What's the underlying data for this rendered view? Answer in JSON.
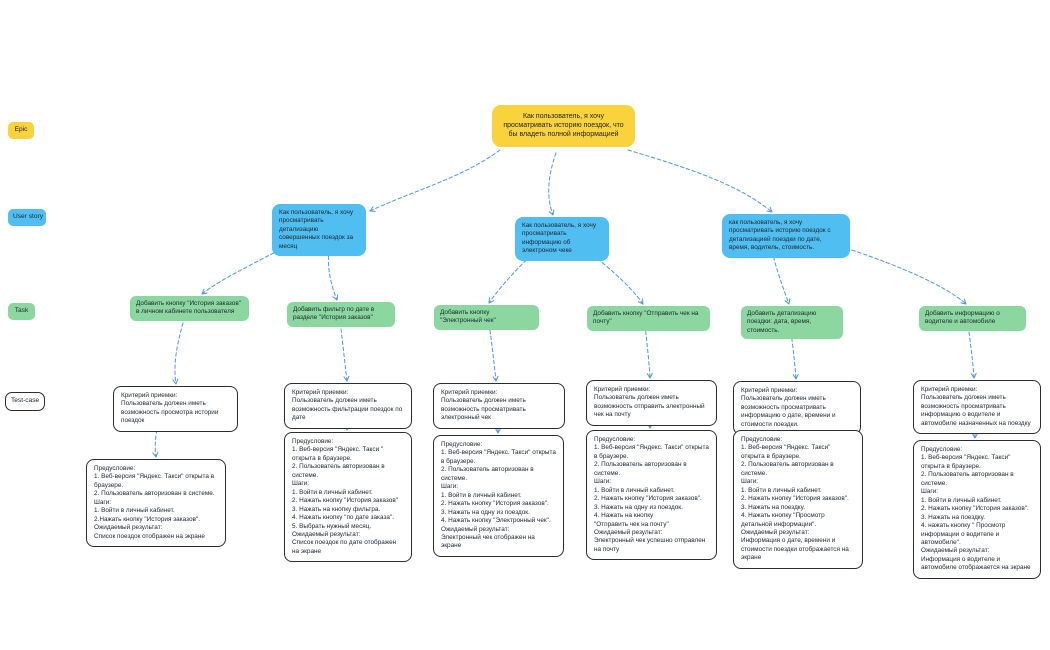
{
  "colors": {
    "epic": "#FAD23C",
    "user_story": "#50BEF0",
    "task": "#8CD7A0",
    "test_case_bg": "#FFFFFF",
    "connector": "#4C96E8"
  },
  "legend": {
    "epic": "Epic",
    "user_story": "User story",
    "task": "Task",
    "test_case": "Test-case"
  },
  "epic": {
    "text": "Как пользователь, я хочу просматривать историю поездок, что бы владеть полной информацией"
  },
  "user_stories": [
    {
      "text": "Как пользователь, я хочу просматривать детализацию совершенных поездок за месяц"
    },
    {
      "text": "Как пользователь, я хочу просматривать информацию об электроном чеке"
    },
    {
      "text": "как пользователь, я хочу просматривать историю поездок с детализацией поездки по дате, время, водитель, стоимость."
    }
  ],
  "tasks": [
    {
      "text": "Добавить кнопку \"История заказов\" в личном кабинете пользователя"
    },
    {
      "text": "Добавить фильтр по дате в разделе \"История заказов\""
    },
    {
      "text": "Добавить кнопку \"Электронный чек\""
    },
    {
      "text": "Добавить кнопку \"Отправить чек на почту\""
    },
    {
      "text": "Добавить детализацию поездки: дата, время, стоимость."
    },
    {
      "text": "Добавить информацию о водителе и автомобиле"
    }
  ],
  "test_cases": {
    "criteria": [
      {
        "text": "Критерий приемки:\nПользователь должен иметь возможность просмотра истории поездок"
      },
      {
        "text": "Критерий приемки:\nПользователь должен иметь возможность фильтрации поездок по дате"
      },
      {
        "text": "Критерий приемки:\nПользователь должен иметь возможность просматривать электронный чек"
      },
      {
        "text": "Критерий приемки:\nПользователь должен иметь возможность отправить электронный чек на почту"
      },
      {
        "text": "Критерий приемки:\nПользователь должен иметь возможность просматривать информацию о дате, времени и стоимости поездки."
      },
      {
        "text": "Критерий приемки:\n Пользователь должен иметь возможность просматривать информацию о водителе и автомобиле назначенных на поездку"
      }
    ],
    "scenarios": [
      {
        "text": "Предусловие:\n1. Веб-версия \"Яндекс. Такси\" открыта в браузере.\n2. Пользователь авторизован в системе.\nШаги:\n1. Войти  в личный кабинет.\n2.Нажать кнопку \"История заказов\".\nОжидаемый результат:\nСписок поездок отображен на экране"
      },
      {
        "text": "Предусловие:\n1. Веб-версия \"Яндекс. Такси \" открыта в браузере.\n2. Пользователь авторизован в системе.\nШаги:\n1. Войти в личный кабинет.\n2. Нажать кнопку \"История заказов\"\n3. Нажать на кнопку фильтра.\n4. Нажать кнопку  \"по дате заказа\".\n5. Выбрать  нужный месяц.\nОжидаемый результат:\nСписок поездок по дате отображен на экране"
      },
      {
        "text": "Предусловие:\n1. Веб-версия \"Яндекс. Такси\" открыта в браузере.\n2. Пользователь авторизован в системе.\nШаги:\n1. Войти в личный кабинет.\n2. Нажать кнопку \"История заказов\".\n3. Нажать на одну из поездок.\n4. Нажать кнопку \"Электронный чек\".\nОжидаемый результат:\nЭлектронный чек отображен на экране"
      },
      {
        "text": "Предусловие:\n1. Веб-версия \"Яндекс. Такси\" открыта в браузере.\n2. Пользователь авторизован в системе.\nШаги:\n1. Войти в личный кабинет.\n2. Нажать кнопку \"История заказов\".\n3. Нажать на одну из поездок.\n4. Нажать на кнопку\n\"Отправить чек на почту\"\nОжидаемый результат:\nЭлектронный чек успешно отправлен на почту"
      },
      {
        "text": "Предусловие:\n1. Веб-версия \"Яндекс. Такси\" открыта в браузере.\n2. Пользователь авторизован в системе.\nШаги:\n1. Войти в личный кабинет.\n2. Нажать кнопку \"История заказов\".\n3. Нажать на поездку.\n4. Нажать кнопку \"Просмотр детальной информации\".\nОжидаемый результат:\nИнформация о дате, времени и стоимости поездки отображается на экране"
      },
      {
        "text": "Предусловие:\n1. Веб-версия \"Яндекс. Такси\" открыта в браузере.\n2. Пользователь авторизован в системе.\nШаги:\n1. Войти в личный кабинет.\n2. Нажать кнопку \"История заказов\".\n3. Нажать на поездку.\n4. нажать кнопку \" Просмотр информации о водителе и автомобиле\".\nОжидаемый результат:\nИнформация о водителе и автомобиле отображается на экране"
      }
    ]
  }
}
